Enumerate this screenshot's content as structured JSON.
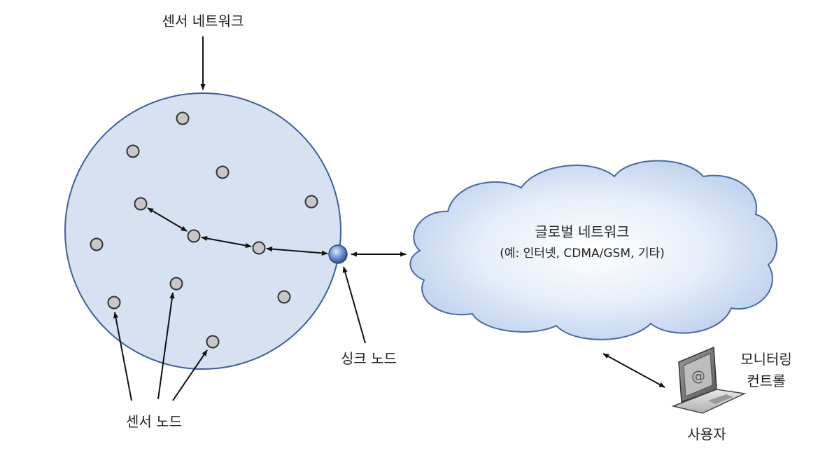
{
  "labels": {
    "sensor_network": "센서 네트워크",
    "global_network_title": "글로벌 네트워크",
    "global_network_examples": "(예: 인터넷, CDMA/GSM, 기타)",
    "sink_node": "싱크 노드",
    "sensor_node": "센서 노드",
    "monitoring_line1": "모니터링",
    "monitoring_line2": "컨트롤",
    "user": "사용자",
    "laptop_screen_symbol": "@"
  },
  "colors": {
    "sensor_field_fill": "#d6e1f1",
    "sensor_field_stroke": "#3e5f96",
    "node_fill": "#c8c8c8",
    "node_stroke": "#333333",
    "sink_fill": "#6f95d6",
    "cloud_fill": "#d0def3",
    "cloud_stroke": "#4a6aa0",
    "arrow": "#111111"
  }
}
